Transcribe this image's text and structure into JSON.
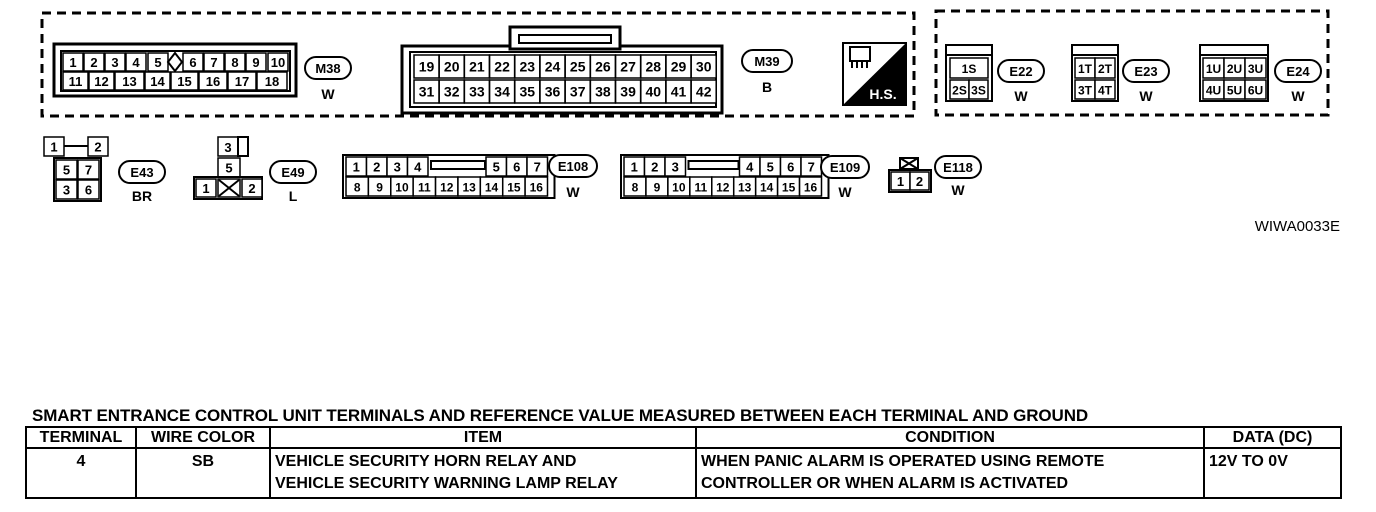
{
  "figure_id": "WIWA0033E",
  "hs_label": "H.S.",
  "connectors": {
    "m38": {
      "id": "M38",
      "color": "W",
      "row1": [
        "1",
        "2",
        "3",
        "4",
        "5",
        "6",
        "7",
        "8",
        "9",
        "10"
      ],
      "row2": [
        "11",
        "12",
        "13",
        "14",
        "15",
        "16",
        "17",
        "18"
      ]
    },
    "m39": {
      "id": "M39",
      "color": "B",
      "row1": [
        "19",
        "20",
        "21",
        "22",
        "23",
        "24",
        "25",
        "26",
        "27",
        "28",
        "29",
        "30"
      ],
      "row2": [
        "31",
        "32",
        "33",
        "34",
        "35",
        "36",
        "37",
        "38",
        "39",
        "40",
        "41",
        "42"
      ]
    },
    "e22": {
      "id": "E22",
      "color": "W",
      "t": [
        "1S",
        "2S",
        "3S"
      ]
    },
    "e23": {
      "id": "E23",
      "color": "W",
      "t": [
        "1T",
        "2T",
        "3T",
        "4T"
      ]
    },
    "e24": {
      "id": "E24",
      "color": "W",
      "t": [
        "1U",
        "2U",
        "3U",
        "4U",
        "5U",
        "6U"
      ]
    },
    "e43": {
      "id": "E43",
      "color": "BR",
      "t": [
        "1",
        "2",
        "5",
        "7",
        "3",
        "6"
      ]
    },
    "e49": {
      "id": "E49",
      "color": "L",
      "t": [
        "3",
        "5",
        "1",
        "2"
      ]
    },
    "e108": {
      "id": "E108",
      "color": "W",
      "row1": [
        "1",
        "2",
        "3",
        "4",
        "5",
        "6",
        "7"
      ],
      "row2": [
        "8",
        "9",
        "10",
        "11",
        "12",
        "13",
        "14",
        "15",
        "16"
      ]
    },
    "e109": {
      "id": "E109",
      "color": "W",
      "row1": [
        "1",
        "2",
        "3",
        "4",
        "5",
        "6",
        "7"
      ],
      "row2": [
        "8",
        "9",
        "10",
        "11",
        "12",
        "13",
        "14",
        "15",
        "16"
      ]
    },
    "e118": {
      "id": "E118",
      "color": "W",
      "t": [
        "1",
        "2"
      ]
    }
  },
  "table": {
    "caption": "SMART ENTRANCE CONTROL UNIT TERMINALS AND REFERENCE VALUE MEASURED BETWEEN EACH TERMINAL AND GROUND",
    "headers": {
      "terminal": "TERMINAL",
      "wire_color": "WIRE COLOR",
      "item": "ITEM",
      "condition": "CONDITION",
      "data": "DATA (DC)"
    },
    "rows": [
      {
        "terminal": "4",
        "wire_color": "SB",
        "item_1": "VEHICLE SECURITY HORN RELAY AND",
        "item_2": "VEHICLE SECURITY WARNING LAMP RELAY",
        "condition_1": "WHEN PANIC ALARM IS OPERATED USING REMOTE",
        "condition_2": "CONTROLLER OR WHEN ALARM IS ACTIVATED",
        "data": "12V TO 0V"
      }
    ]
  }
}
